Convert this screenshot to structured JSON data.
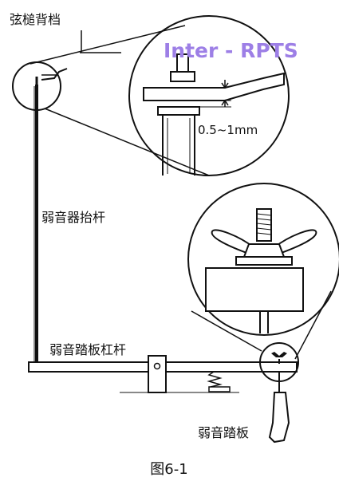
{
  "watermark": "Inter - RPTS",
  "labels": {
    "hammer_rail": "弦槌背档",
    "lift_rod": "弱音器抬杆",
    "pedal_lever": "弱音踏板杠杆",
    "pedal": "弱音踏板",
    "gap": "0.5~1mm"
  },
  "caption": "图6-1",
  "colors": {
    "watermark": "#9d7fe6",
    "ink": "#111111"
  }
}
